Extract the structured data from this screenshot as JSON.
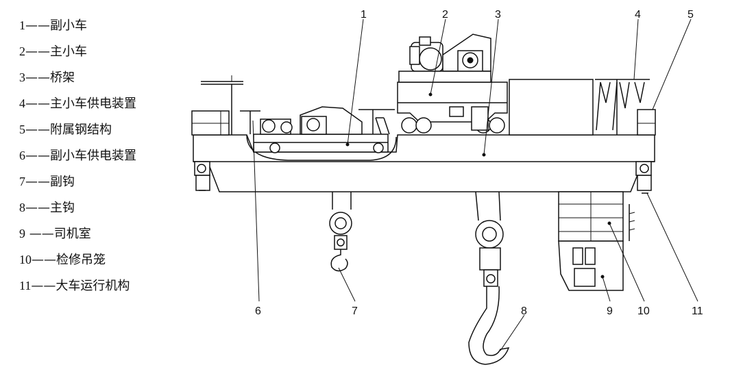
{
  "legend": [
    {
      "num": "1",
      "dash": "——",
      "label": "副小车"
    },
    {
      "num": "2",
      "dash": "——",
      "label": "主小车"
    },
    {
      "num": "3",
      "dash": "——",
      "label": "桥架"
    },
    {
      "num": "4",
      "dash": "——",
      "label": "主小车供电装置"
    },
    {
      "num": "5",
      "dash": "——",
      "label": "附属钢结构"
    },
    {
      "num": "6",
      "dash": "——",
      "label": "副小车供电装置"
    },
    {
      "num": "7",
      "dash": "——",
      "label": "副钩"
    },
    {
      "num": "8",
      "dash": "——",
      "label": "主钩"
    },
    {
      "num": "9",
      "dash": " ——",
      "label": "司机室"
    },
    {
      "num": "10",
      "dash": "——",
      "label": "检修吊笼"
    },
    {
      "num": "11",
      "dash": "——",
      "label": "大车运行机构"
    }
  ],
  "callouts": [
    "1",
    "2",
    "3",
    "4",
    "5",
    "6",
    "7",
    "8",
    "9",
    "10",
    "11"
  ]
}
